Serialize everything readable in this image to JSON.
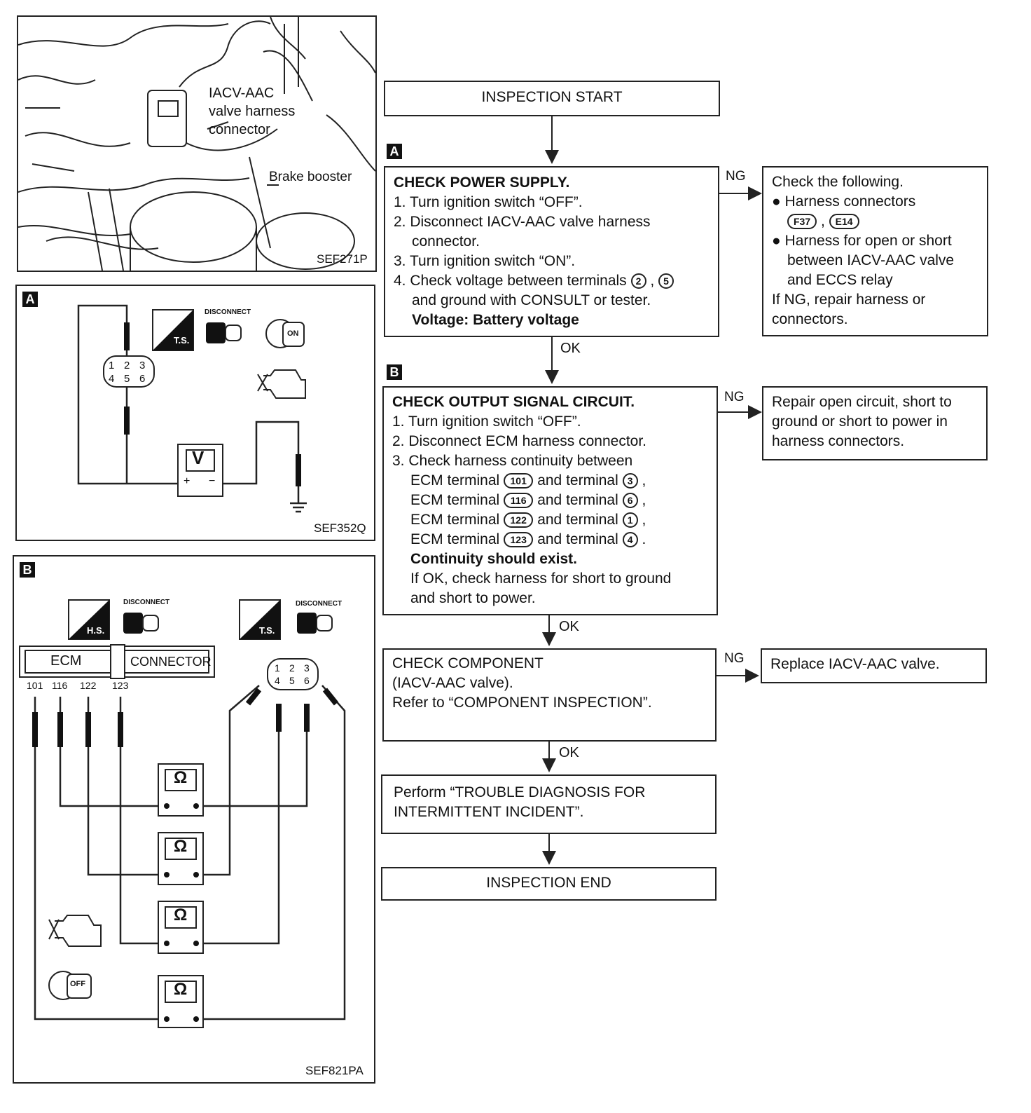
{
  "photo_panel": {
    "callout_1": "IACV-AAC",
    "callout_2": "valve harness",
    "callout_3": "connector",
    "callout_4": "Brake booster",
    "caption": "SEF271P"
  },
  "panel_a": {
    "tag": "A",
    "caption": "SEF352Q",
    "connector_pins": [
      "1",
      "2",
      "3",
      "4",
      "5",
      "6"
    ],
    "ts_label": "T.S.",
    "disconnect_label": "DISCONNECT",
    "key_label": "ON",
    "meter_symbol": "V",
    "plus": "+",
    "minus": "−"
  },
  "panel_b": {
    "tag": "B",
    "caption": "SEF821PA",
    "hs_label": "H.S.",
    "ts_label": "T.S.",
    "disconnect_label": "DISCONNECT",
    "ecm_label": "ECM",
    "connector_label": "CONNECTOR",
    "terminals": [
      "101",
      "116",
      "122",
      "123"
    ],
    "connector_pins": [
      "1",
      "2",
      "3",
      "4",
      "5",
      "6"
    ],
    "meter_symbol": "Ω",
    "key_label": "OFF"
  },
  "flow": {
    "start": "INSPECTION START",
    "end": "INSPECTION END",
    "tag_a": "A",
    "tag_b": "B",
    "ok": "OK",
    "ng": "NG",
    "step_a": {
      "title": "CHECK POWER SUPPLY.",
      "lines": [
        "1. Turn ignition switch “OFF”.",
        "2. Disconnect IACV-AAC valve harness",
        "connector.",
        "3. Turn ignition switch “ON”.",
        "4. Check voltage between terminals",
        "and ground with CONSULT or tester."
      ],
      "pin_2": "2",
      "pin_5": "5",
      "voltage": "Voltage: Battery voltage"
    },
    "ng_a": {
      "intro": "Check the following.",
      "bullet_1": "Harness connectors",
      "code_1": "F37",
      "code_2": "E14",
      "bullet_2a": "Harness for open or short",
      "bullet_2b": "between IACV-AAC valve",
      "bullet_2c": "and ECCS relay",
      "repair_1": "If NG, repair harness or",
      "repair_2": "connectors."
    },
    "step_b": {
      "title": "CHECK OUTPUT SIGNAL CIRCUIT.",
      "lines": [
        "1. Turn ignition switch “OFF”.",
        "2. Disconnect ECM harness connector.",
        "3. Check harness continuity between"
      ],
      "rows": [
        {
          "ecm": "101",
          "pin": "3"
        },
        {
          "ecm": "116",
          "pin": "6"
        },
        {
          "ecm": "122",
          "pin": "1"
        },
        {
          "ecm": "123",
          "pin": "4"
        }
      ],
      "ecm_terminal": "ECM terminal",
      "and_terminal": "and terminal",
      "continuity": "Continuity should exist.",
      "if_ok_1": "If OK, check harness for short to ground",
      "if_ok_2": "and short to power."
    },
    "ng_b": [
      "Repair open circuit, short to",
      "ground or short to power in",
      "harness connectors."
    ],
    "step_c": [
      "CHECK COMPONENT",
      "(IACV-AAC valve).",
      "Refer to “COMPONENT INSPECTION”."
    ],
    "ng_c": "Replace IACV-AAC valve.",
    "step_d": [
      "Perform “TROUBLE DIAGNOSIS FOR",
      "INTERMITTENT INCIDENT”."
    ]
  }
}
